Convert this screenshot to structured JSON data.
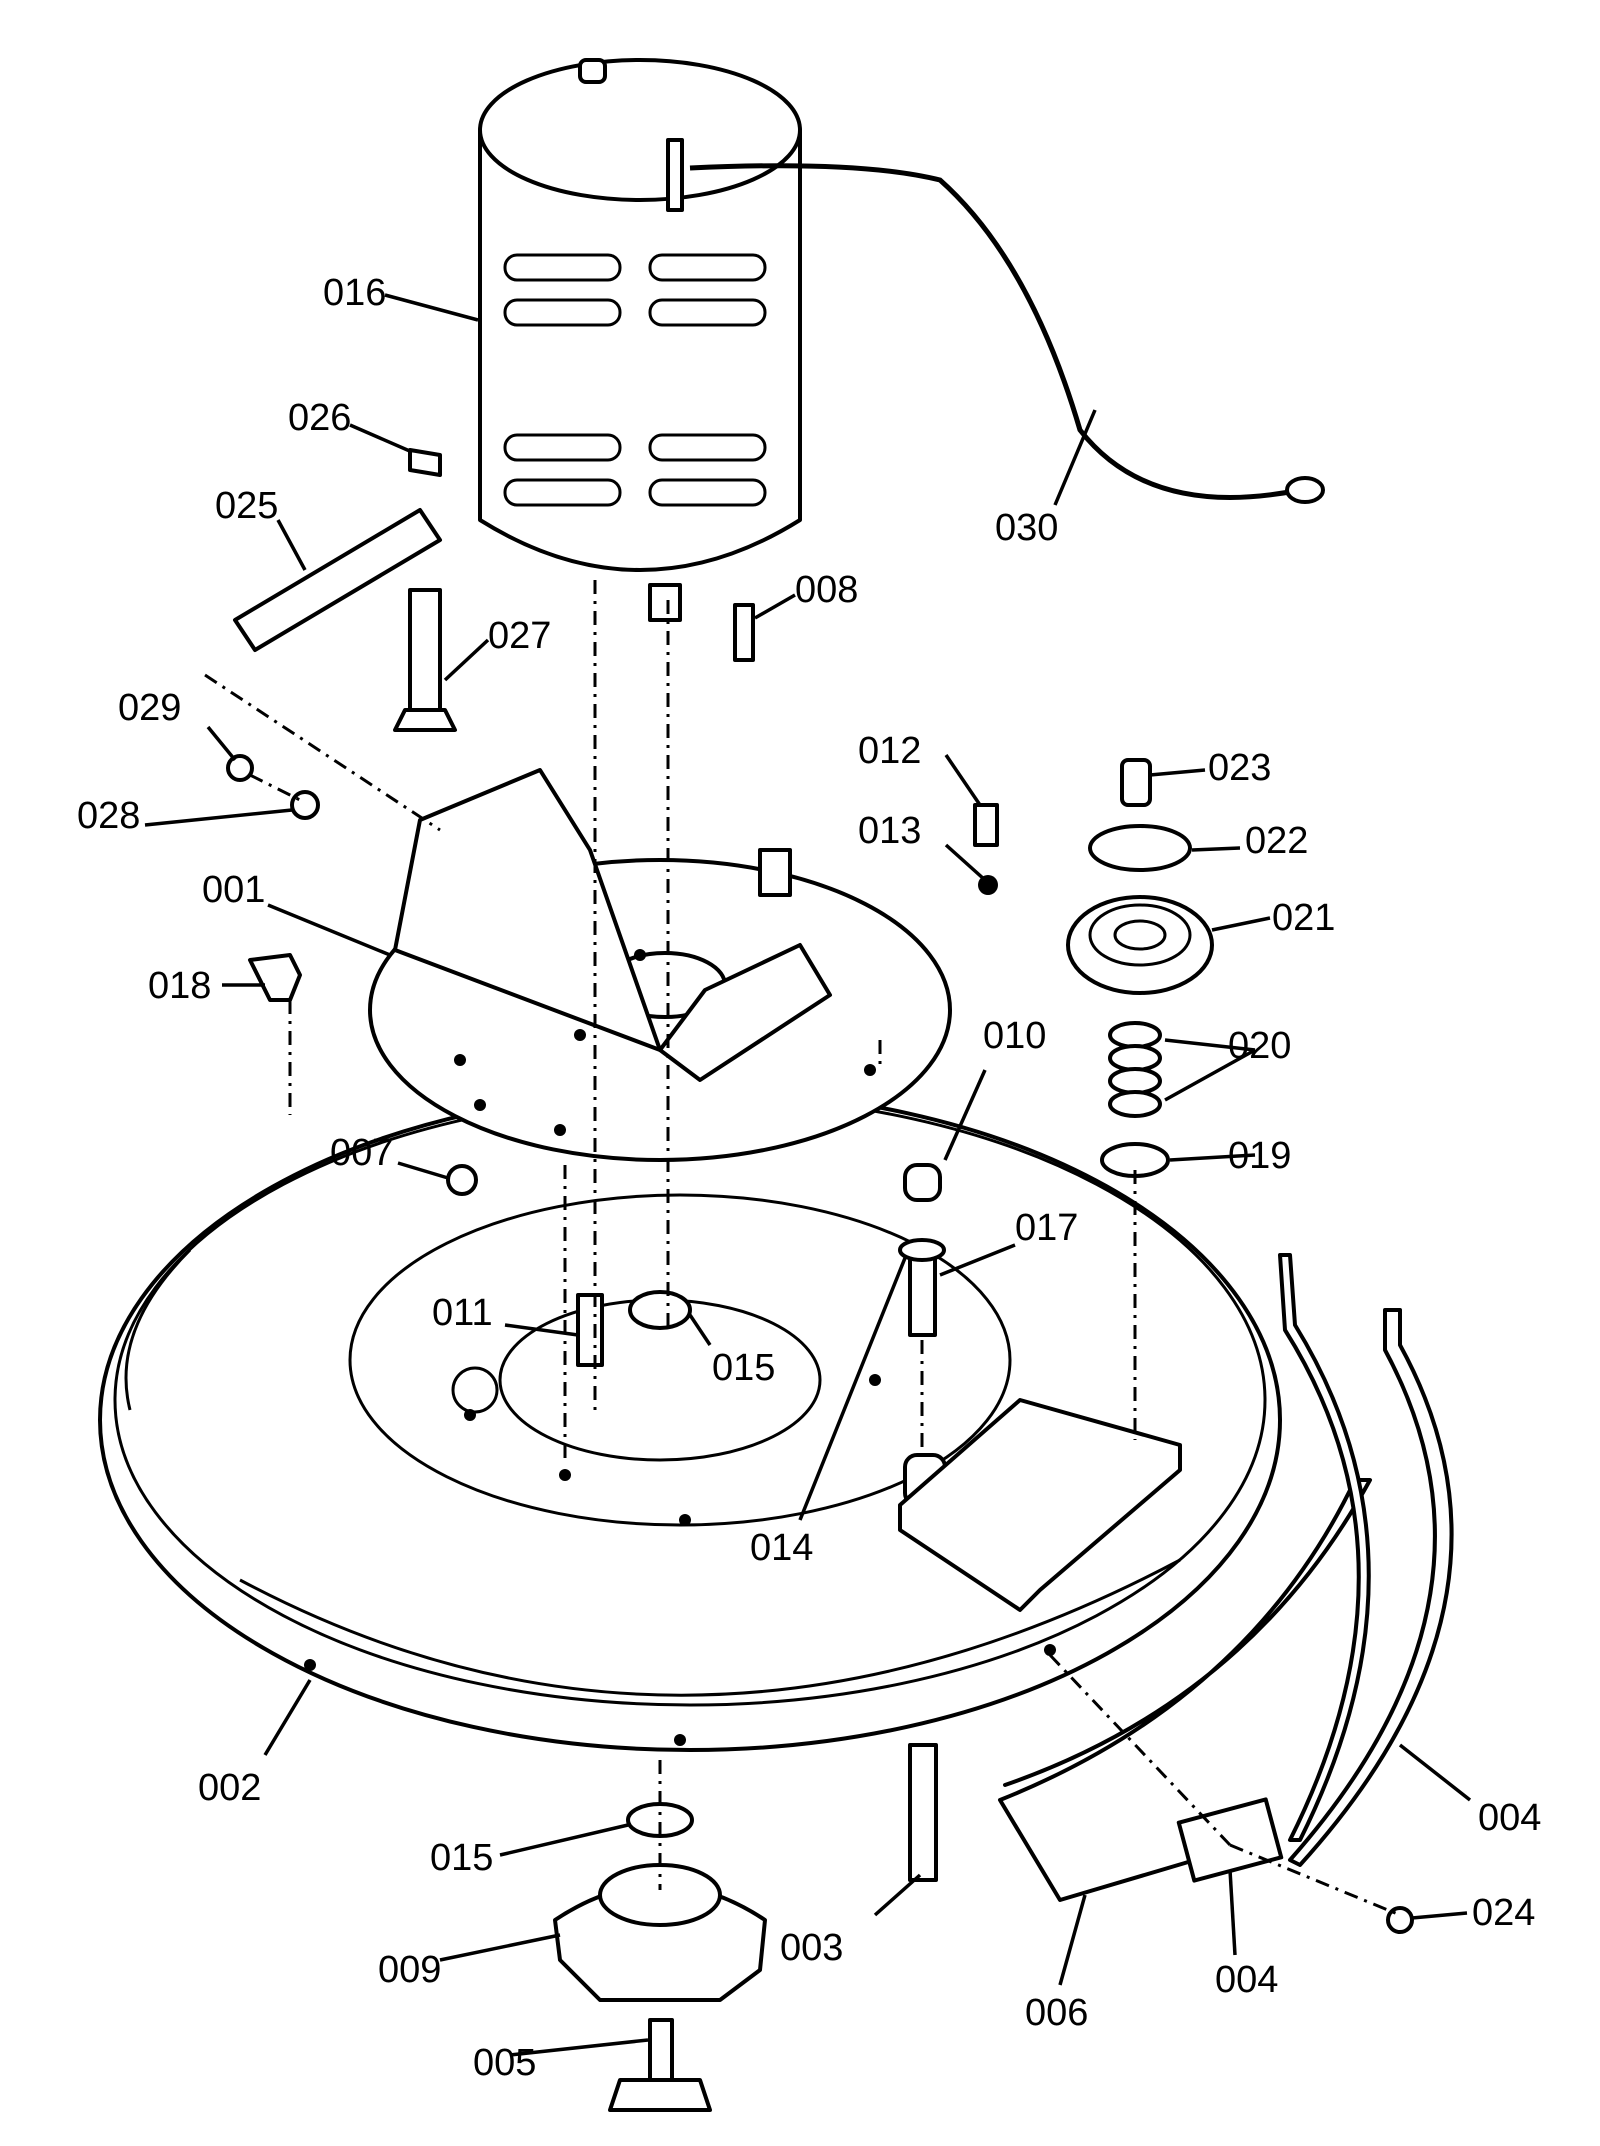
{
  "diagram": {
    "type": "exploded-parts-diagram",
    "callouts": [
      {
        "id": "016",
        "label": "016",
        "part": "motor"
      },
      {
        "id": "030",
        "label": "030",
        "part": "ground-wire"
      },
      {
        "id": "026",
        "label": "026",
        "part": "nut"
      },
      {
        "id": "025",
        "label": "025",
        "part": "bracket-arm"
      },
      {
        "id": "027",
        "label": "027",
        "part": "standoff-bolt"
      },
      {
        "id": "008",
        "label": "008",
        "part": "key"
      },
      {
        "id": "029",
        "label": "029",
        "part": "nut"
      },
      {
        "id": "028",
        "label": "028",
        "part": "washer"
      },
      {
        "id": "012",
        "label": "012",
        "part": "screw"
      },
      {
        "id": "013",
        "label": "013",
        "part": "lock-washer"
      },
      {
        "id": "023",
        "label": "023",
        "part": "screw"
      },
      {
        "id": "022",
        "label": "022",
        "part": "washer"
      },
      {
        "id": "021",
        "label": "021",
        "part": "wheel"
      },
      {
        "id": "001",
        "label": "001",
        "part": "motor-mount-plate"
      },
      {
        "id": "018",
        "label": "018",
        "part": "elbow-fitting"
      },
      {
        "id": "010",
        "label": "010",
        "part": "knob"
      },
      {
        "id": "020",
        "label": "020",
        "part": "spring-washers"
      },
      {
        "id": "019",
        "label": "019",
        "part": "washer"
      },
      {
        "id": "007",
        "label": "007",
        "part": "nut"
      },
      {
        "id": "017",
        "label": "017",
        "part": "spring"
      },
      {
        "id": "011",
        "label": "011",
        "part": "bolt"
      },
      {
        "id": "015a",
        "label": "015",
        "part": "washer"
      },
      {
        "id": "014",
        "label": "014",
        "part": "washer"
      },
      {
        "id": "002",
        "label": "002",
        "part": "deck"
      },
      {
        "id": "003",
        "label": "003",
        "part": "pin"
      },
      {
        "id": "015b",
        "label": "015",
        "part": "washer"
      },
      {
        "id": "009",
        "label": "009",
        "part": "blade-adapter"
      },
      {
        "id": "005",
        "label": "005",
        "part": "bolt"
      },
      {
        "id": "006",
        "label": "006",
        "part": "blade"
      },
      {
        "id": "004a",
        "label": "004",
        "part": "clip"
      },
      {
        "id": "004b",
        "label": "004",
        "part": "bumper-strip"
      },
      {
        "id": "024",
        "label": "024",
        "part": "screw"
      }
    ]
  }
}
